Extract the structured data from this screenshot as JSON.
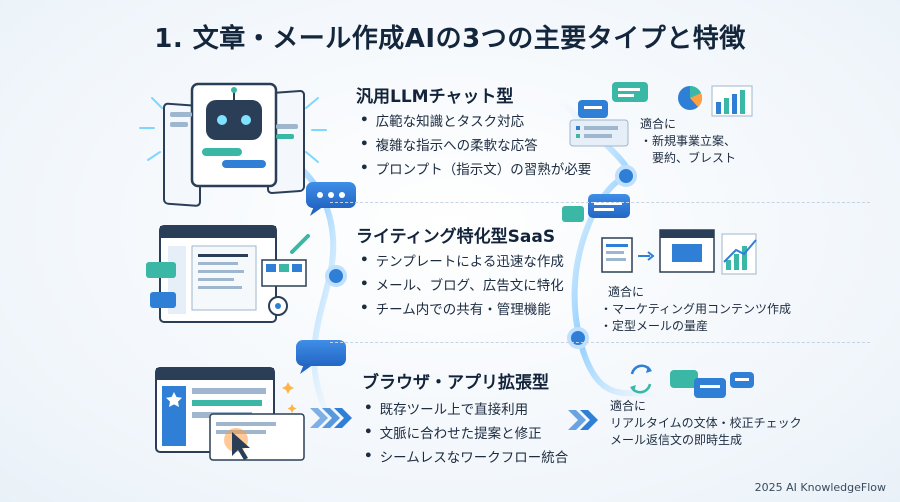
{
  "title": "1. 文章・メール作成AIの3つの主要タイプと特徴",
  "sections": [
    {
      "title": "汎用LLMチャット型",
      "bullets": [
        "広範な知識とタスク対応",
        "複雑な指示への柔軟な応答",
        "プロンプト（指示文）の習熟が必要"
      ],
      "suitable_label": "適合に",
      "suitable": [
        "・新規事業立案、",
        "　要約、ブレスト"
      ]
    },
    {
      "title": "ライティング特化型SaaS",
      "bullets": [
        "テンプレートによる迅速な作成",
        "メール、ブログ、広告文に特化",
        "チーム内での共有・管理機能"
      ],
      "suitable_label": "適合に",
      "suitable": [
        "・マーケティング用コンテンツ作成",
        "・定型メールの量産"
      ]
    },
    {
      "title": "ブラウザ・アプリ拡張型",
      "bullets": [
        "既存ツール上で直接利用",
        "文脈に合わせた提案と修正",
        "シームレスなワークフロー統合"
      ],
      "suitable_label": "適合に",
      "suitable": [
        "リアルタイムの文体・校正チェック",
        "メール返信文の即時生成"
      ]
    }
  ],
  "bullet_marker": "•",
  "credit": "2025 AI KnowledgeFlow",
  "colors": {
    "accent": "#2f7fd6",
    "teal": "#3bb7a6",
    "dark": "#14263c"
  }
}
